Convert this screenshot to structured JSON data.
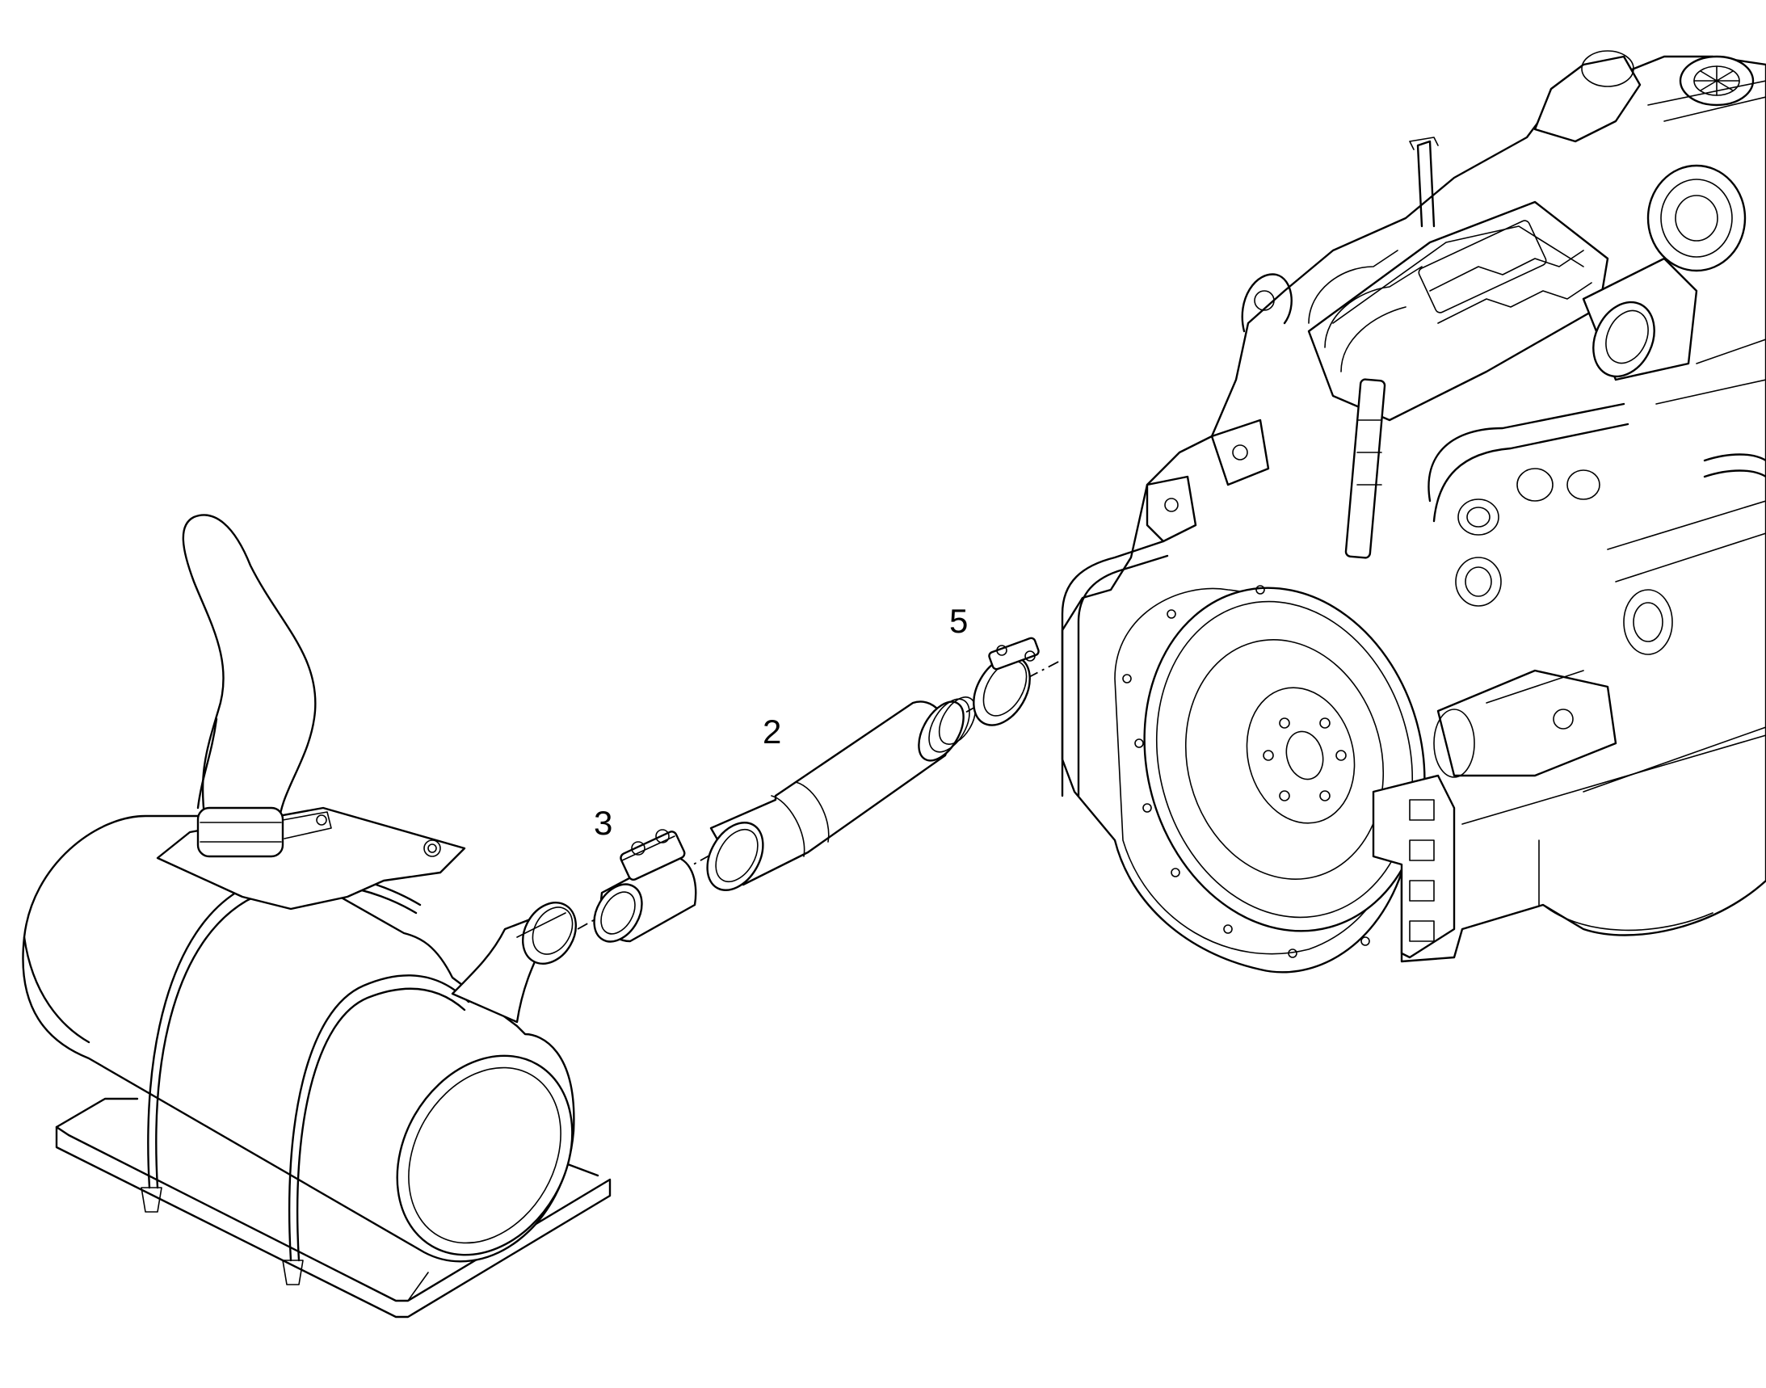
{
  "callouts": {
    "c3": "3",
    "c2": "2",
    "c5": "5"
  },
  "colors": {
    "line": "#000000",
    "background": "#ffffff"
  }
}
